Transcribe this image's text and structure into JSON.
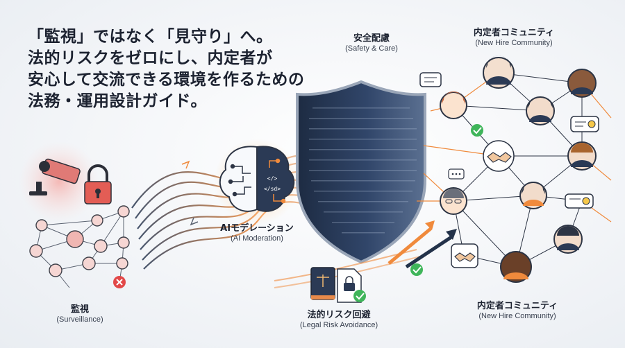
{
  "headline": {
    "line1": "「監視」ではなく「見守り」へ。",
    "line2": "法的リスクをゼロにし、内定者が",
    "line3": "安心して交流できる環境を作るための",
    "line4": "法務・運用設計ガイド。"
  },
  "labels": {
    "surveillance_jp": "監視",
    "surveillance_en": "(Surveillance)",
    "ai_jp": "AIモデレーション",
    "ai_en": "(AI Moderation)",
    "safety_jp": "安全配慮",
    "safety_en": "(Safety & Care)",
    "community_top_jp": "内定者コミュニティ",
    "community_top_en": "(New Hire Community)",
    "community_bottom_jp": "内定者コミュニティ",
    "community_bottom_en": "(New Hire Community)",
    "legal_jp": "法的リスク回避",
    "legal_en": "(Legal Risk Avoidance)"
  },
  "code_glyph_1": "</>",
  "code_glyph_2": "</sd>",
  "colors": {
    "accent_orange": "#f08a3c",
    "navy": "#23324a",
    "danger_red": "#e24848",
    "success_green": "#3fb55a",
    "surveillance_pink": "#f2c7c5"
  }
}
